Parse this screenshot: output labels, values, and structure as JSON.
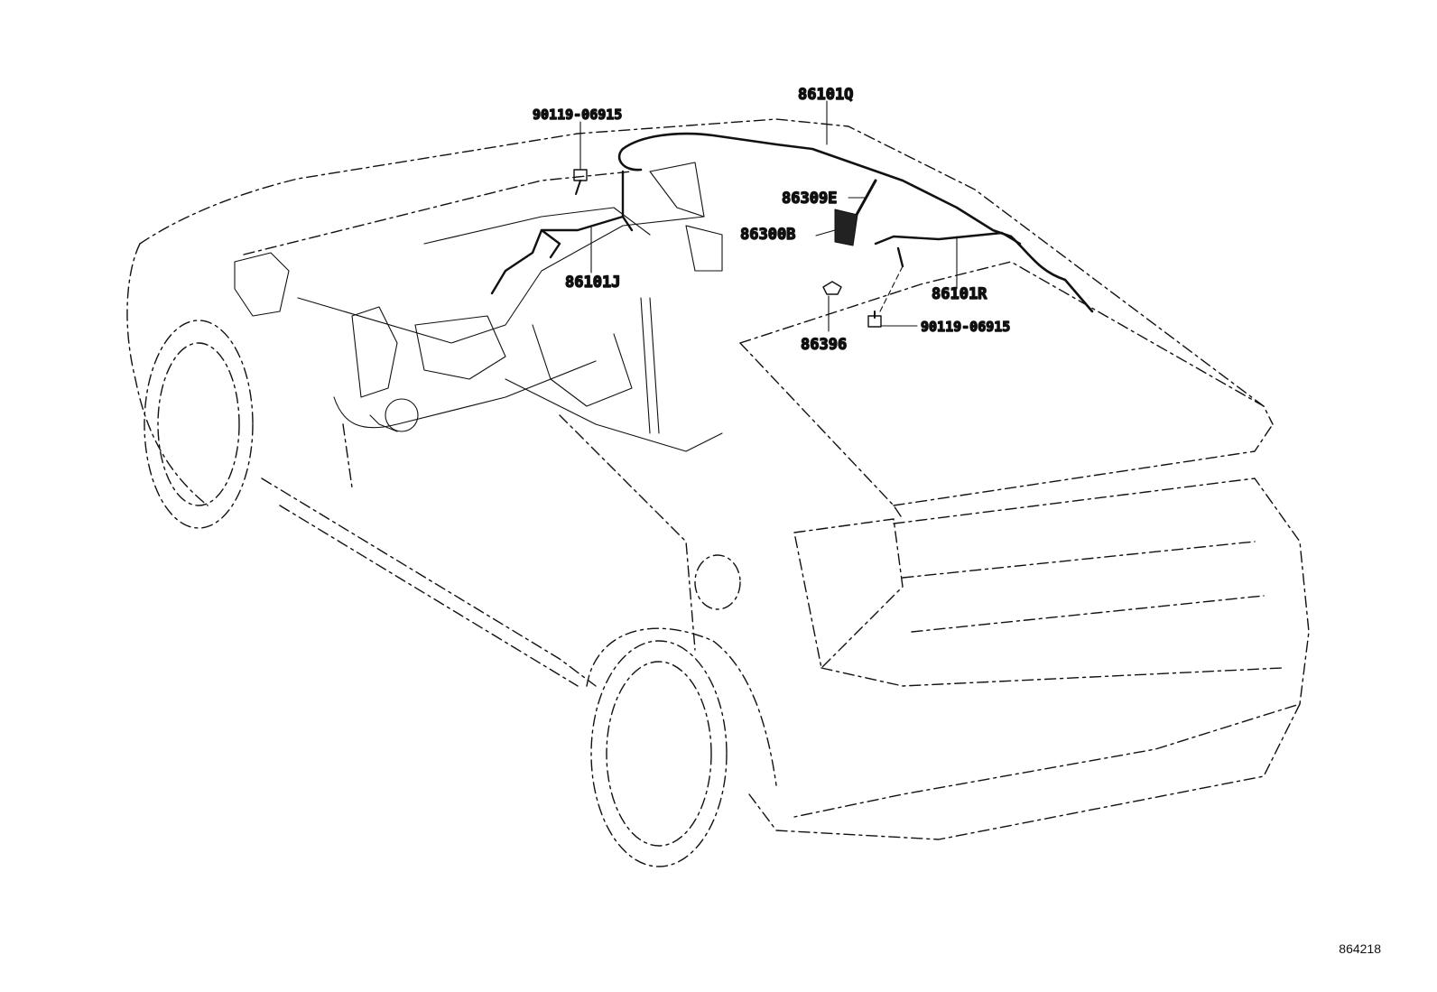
{
  "parts": {
    "bolt_front": "90119-06915",
    "harness_roof": "86101Q",
    "antenna_rod": "86309E",
    "antenna_base": "86300B",
    "harness_front": "86101J",
    "harness_rear": "86101R",
    "bolt_rear": "90119-06915",
    "clip": "86396"
  },
  "figure_code": "864218",
  "colors": {
    "line": "#111111",
    "background": "#ffffff"
  }
}
